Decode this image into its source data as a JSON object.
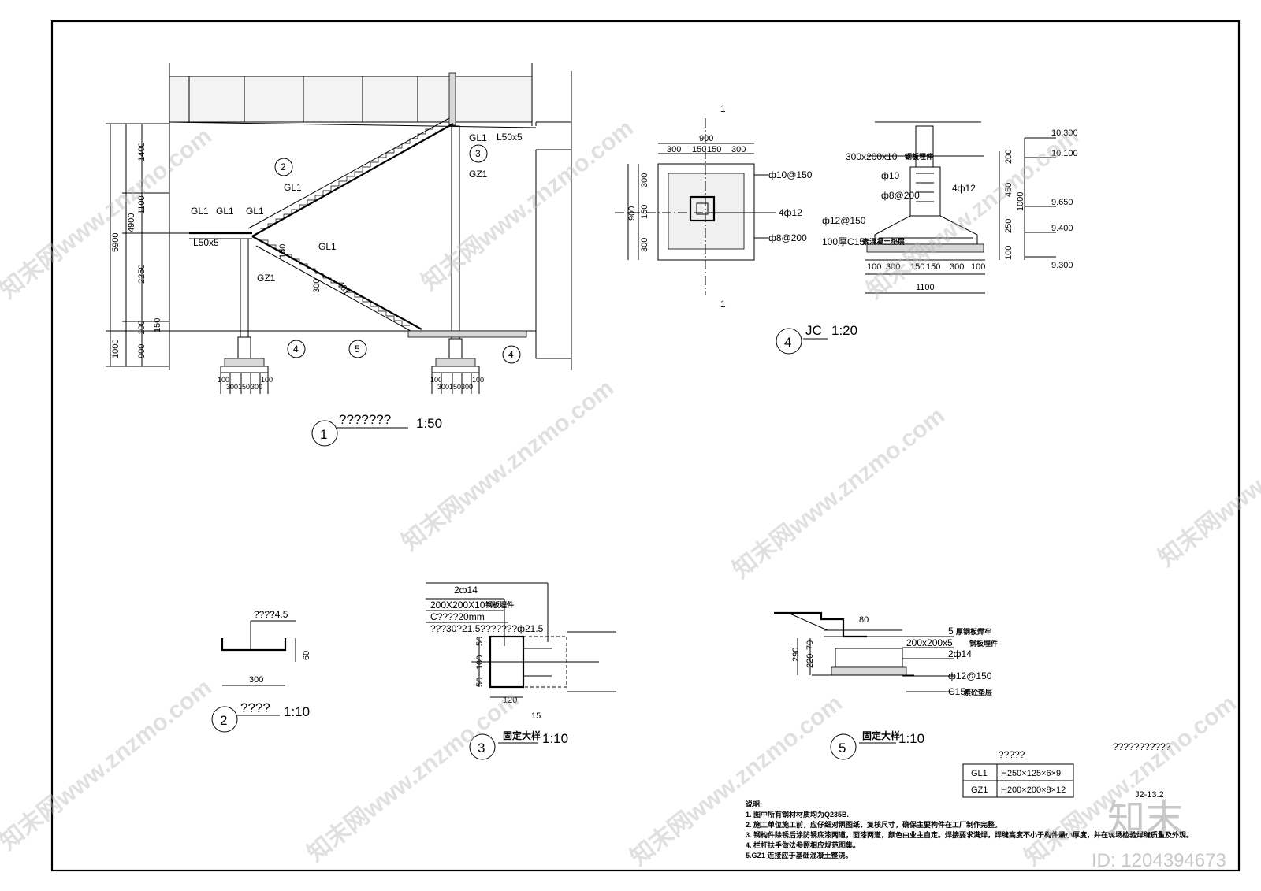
{
  "drawing": {
    "main_view": {
      "title": "???????",
      "scale": "1:50",
      "number": "1",
      "member_labels": [
        "GL1",
        "GL1",
        "GL1",
        "GL1",
        "GL1",
        "GL1",
        "GZ1",
        "GZ1"
      ],
      "angle_labels": [
        "L50x5",
        "L50x5"
      ],
      "callouts": [
        "2",
        "3",
        "4",
        "4",
        "5"
      ],
      "left_dims": [
        "5900",
        "4900",
        "1000",
        "1400",
        "1100",
        "2250",
        "150",
        "900",
        "100"
      ],
      "base_dims": [
        "100",
        "100",
        "300",
        "150",
        "300",
        "100",
        "100",
        "300",
        "150",
        "300"
      ],
      "step_dims": [
        "150",
        "300",
        "401"
      ]
    },
    "plan_view": {
      "title": "JC",
      "scale": "1:20",
      "number": "4",
      "section_mark": "1",
      "top_dims": [
        "900",
        "300",
        "150",
        "150",
        "300"
      ],
      "left_dims": [
        "900",
        "300",
        "150",
        "300"
      ],
      "rebar": [
        "ф10@150",
        "4ф12",
        "ф8@200"
      ]
    },
    "section_view": {
      "labels": [
        "300x200x10",
        "ф10",
        "ф8@200",
        "4ф12",
        "ф12@150",
        "100厚C15"
      ],
      "sub_labels": [
        "钢板埋件",
        "素混凝土垫层"
      ],
      "elevations": [
        "10.300",
        "10.100",
        "9.650",
        "9.400",
        "9.300"
      ],
      "right_dims": [
        "200",
        "450",
        "1000",
        "250",
        "100"
      ],
      "bottom_dims": [
        "100",
        "300",
        "150",
        "150",
        "300",
        "100"
      ],
      "total_width": "1100"
    },
    "detail2": {
      "title": "????",
      "scale": "1:10",
      "number": "2",
      "label": "????4.5",
      "dim_width": "300",
      "dim_height": "60"
    },
    "detail3": {
      "title": "固定大样",
      "scale": "1:10",
      "number": "3",
      "labels": [
        "2ф14",
        "200X200X10",
        "C????20mm",
        "???30?21.5???????ф21.5"
      ],
      "plate_sub": "钢板埋件",
      "dims": [
        "50",
        "100",
        "50",
        "120",
        "15"
      ]
    },
    "detail5": {
      "title": "固定大样",
      "scale": "1:10",
      "number": "5",
      "labels": [
        "5",
        "200x200x5",
        "2ф14",
        "ф12@150",
        "C15"
      ],
      "sub_labels": [
        "厚钢板焊牢",
        "钢板埋件",
        "素砼垫层"
      ],
      "dims": [
        "80",
        "290",
        "220",
        "70"
      ]
    },
    "table": {
      "title": "?????",
      "rows": [
        {
          "code": "GL1",
          "spec": "H250×125×6×9"
        },
        {
          "code": "GZ1",
          "spec": "H200×200×8×12"
        }
      ]
    },
    "sheet_title": "???????????",
    "sheet_code": "J2-13.2",
    "notes": {
      "heading": "说明:",
      "items": [
        "1.  图中所有钢材材质均为Q235B.",
        "2.  施工单位施工前，应仔细对照图纸，复核尺寸，确保主要构件在工厂制作完整。",
        "3.  钢构件除锈后涂防锈底漆两道，面漆两道，颜色由业主自定。焊接要求满焊，焊缝高度不小于构件最小厚度，并在现场检验焊缝质量及外观。",
        "4.  栏杆扶手做法参照相应规范图集。",
        "5.GZ1 连接应于基础混凝土整浇。"
      ]
    },
    "watermark": {
      "text": "知末网www.znzmo.com",
      "logo": "知末",
      "id": "ID: 1204394673"
    }
  }
}
